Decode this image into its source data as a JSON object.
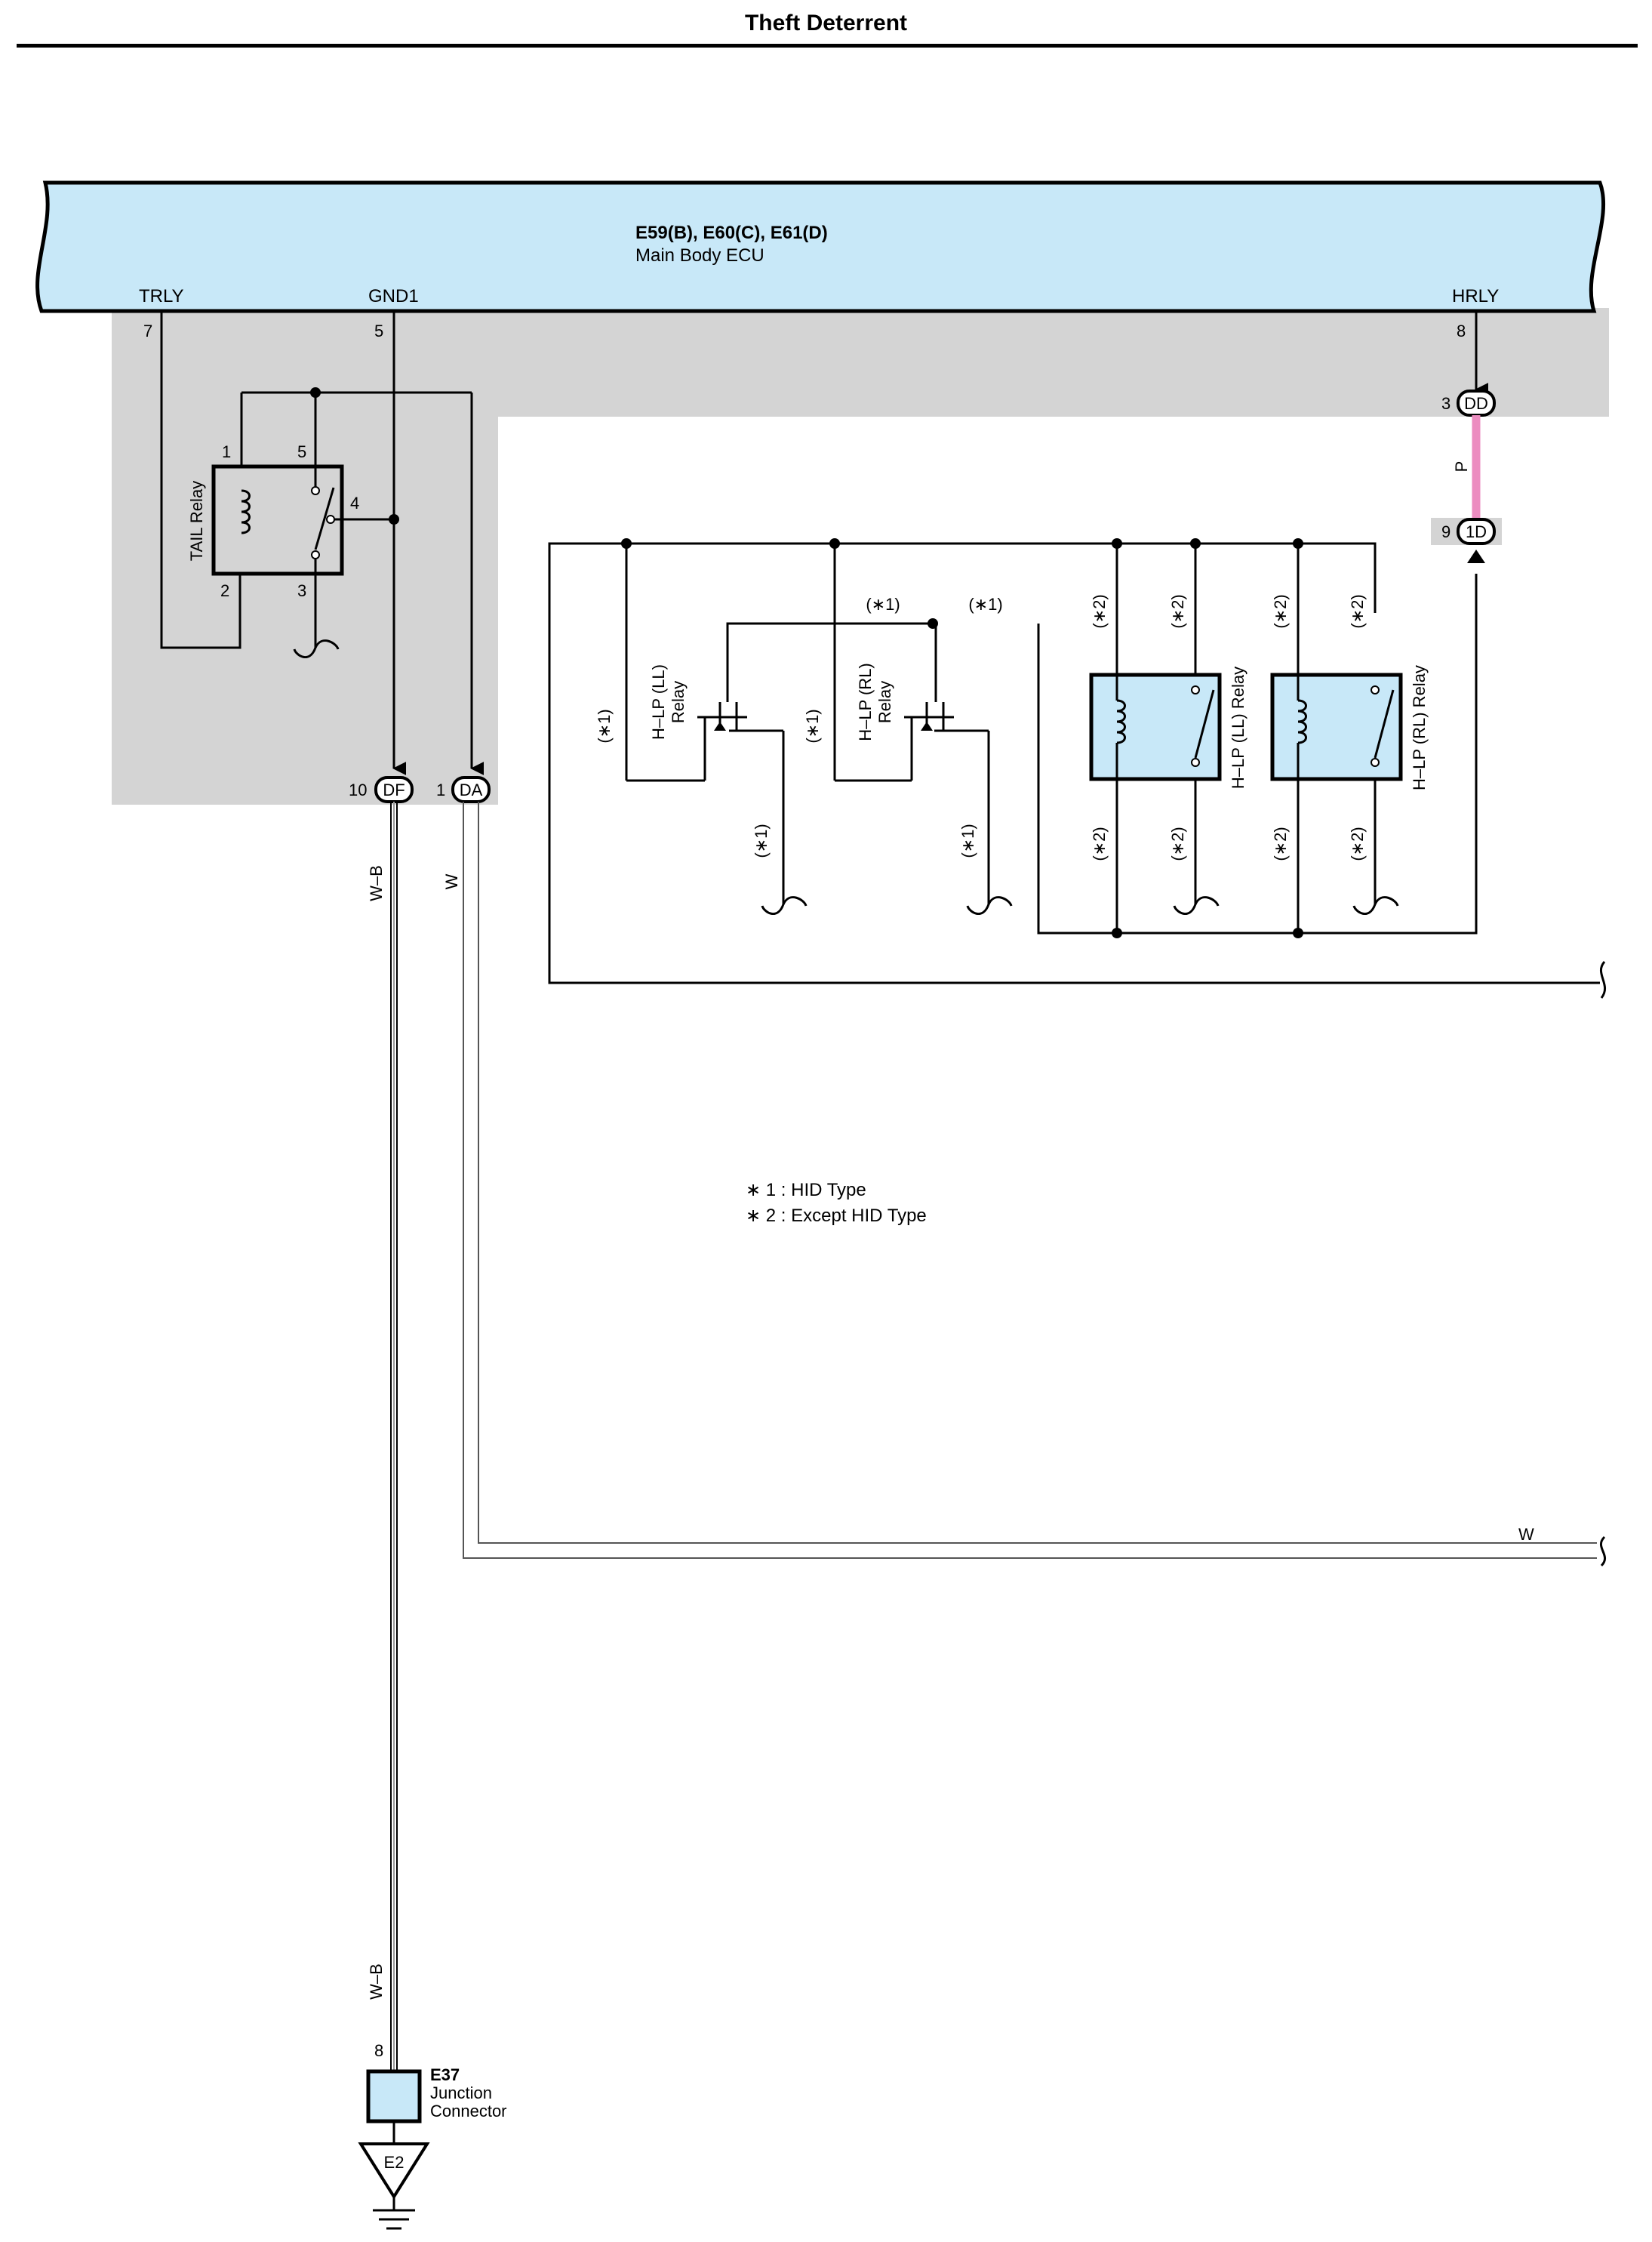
{
  "title": "Theft Deterrent",
  "ecu": {
    "connectors": "E59(B), E60(C), E61(D)",
    "name": "Main Body ECU",
    "color": "#c8e8f8",
    "terminals": [
      {
        "name": "TRLY",
        "pin": "7"
      },
      {
        "name": "GND1",
        "pin": "5"
      },
      {
        "name": "HRLY",
        "pin": "8"
      }
    ]
  },
  "tail_relay": {
    "label": "TAIL Relay",
    "pins": [
      "1",
      "5",
      "4",
      "2",
      "3"
    ]
  },
  "hlp_relays_hid": [
    {
      "label_line1": "H–LP (LL)",
      "label_line2": "Relay"
    },
    {
      "label_line1": "H–LP (RL)",
      "label_line2": "Relay"
    }
  ],
  "hlp_relays_std": [
    {
      "label": "H–LP (LL) Relay"
    },
    {
      "label": "H–LP (RL) Relay"
    }
  ],
  "variant_marks": {
    "hid": "(∗1)",
    "except_hid": "(∗2)"
  },
  "connectors": [
    {
      "code": "DD",
      "pin": "3"
    },
    {
      "code": "1D",
      "pin": "9"
    },
    {
      "code": "DF",
      "pin": "10"
    },
    {
      "code": "DA",
      "pin": "1"
    }
  ],
  "wires": {
    "pink": {
      "label": "P",
      "color": "#ec8cc0"
    },
    "gnd": {
      "label": "W–B"
    },
    "w_vertical": {
      "label": "W"
    },
    "w_horizontal": {
      "label": "W"
    }
  },
  "notes": [
    "∗ 1 : HID Type",
    "∗ 2 : Except HID Type"
  ],
  "junction": {
    "code": "E37",
    "line1": "Junction",
    "line2": "Connector",
    "pin": "8",
    "wire_label": "W–B"
  },
  "ground": {
    "code": "E2"
  },
  "colors": {
    "relay_box_fill": "#c8e8f8",
    "shade": "#d4d4d4"
  }
}
